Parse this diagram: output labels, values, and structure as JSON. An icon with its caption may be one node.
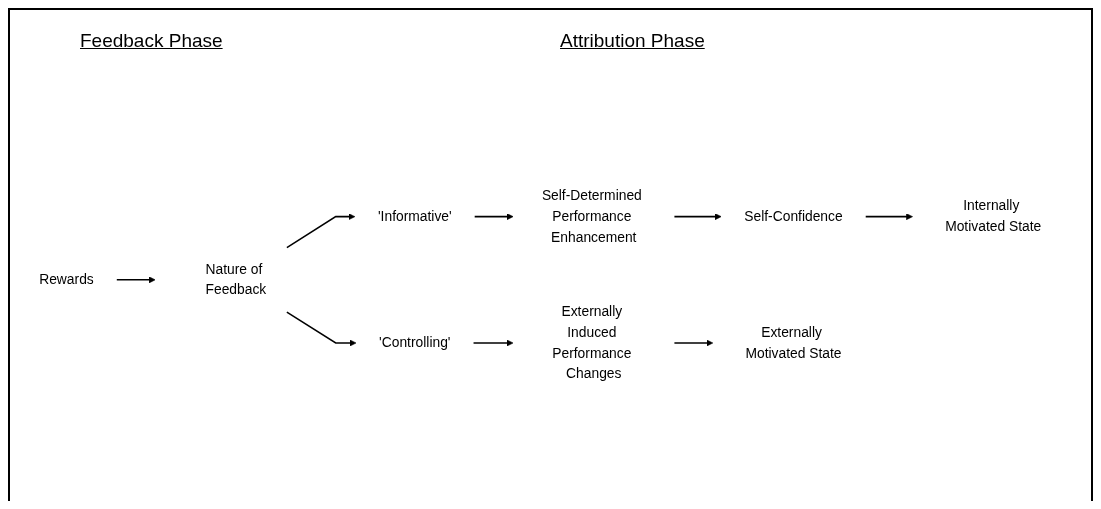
{
  "diagram": {
    "nodes": [
      {
        "text": [
          "Rewards"
        ]
      },
      {
        "text": [
          "Nature of Feedback"
        ]
      },
      {
        "text": [
          "'Informative'"
        ]
      },
      {
        "text": [
          "'Controlling'"
        ]
      },
      {
        "text": [
          "Self-Determined Performance Enhancement"
        ]
      },
      {
        "text": [
          "Self-Confidence"
        ]
      },
      {
        "text": [
          "Internally Motivated State"
        ]
      },
      {
        "text": [
          "Externally Induced Performance Changes"
        ]
      },
      {
        "text": [
          "Externally Motivated State"
        ]
      }
    ],
    "edges": [
      {
        "from": 0,
        "to": 1,
        "arrow": "to"
      },
      {
        "from": 1,
        "to": 2,
        "arrow": "to"
      },
      {
        "from": 1,
        "to": 3,
        "arrow": "to"
      },
      {
        "from": 2,
        "to": 4,
        "arrow": "to"
      },
      {
        "from": 4,
        "to": 5,
        "arrow": "to"
      },
      {
        "from": 5,
        "to": 6,
        "arrow": "to"
      },
      {
        "from": 3,
        "to": 7,
        "arrow": "to"
      },
      {
        "from": 7,
        "to": 8,
        "arrow": "to"
      }
    ],
    "labels": [
      "Feedback Phase",
      "Attribution Phase"
    ]
  }
}
